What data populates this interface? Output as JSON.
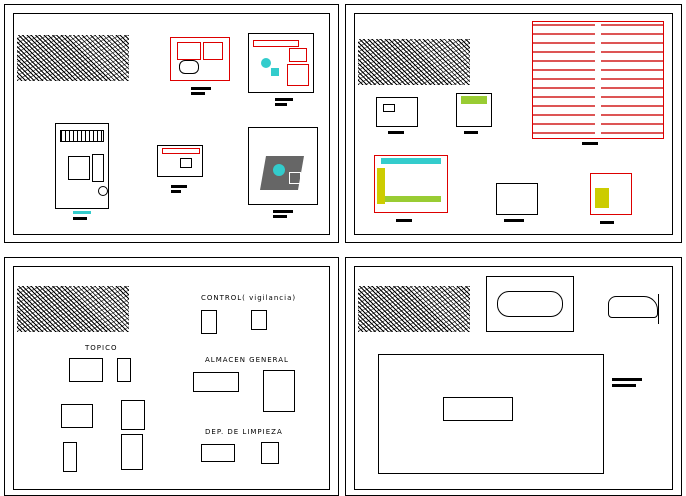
{
  "sheets": [
    {
      "id": "sheet-1"
    },
    {
      "id": "sheet-2"
    },
    {
      "id": "sheet-3",
      "labels": {
        "control": "CONTROL( vigilancia)",
        "topico": "TOPICO",
        "almacen": "ALMACEN GENERAL",
        "limpieza": "DEP. DE LIMPIEZA"
      }
    },
    {
      "id": "sheet-4"
    }
  ]
}
